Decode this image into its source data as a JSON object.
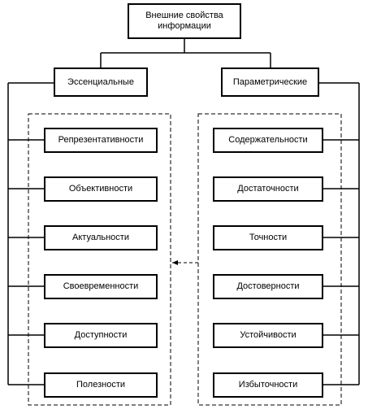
{
  "diagram": {
    "root": {
      "line1": "Внешние свойства",
      "line2": "информации"
    },
    "left": {
      "title": "Эссенциальные",
      "items": [
        "Репрезентативности",
        "Объективности",
        "Актуальности",
        "Своевременности",
        "Доступности",
        "Полезности"
      ]
    },
    "right": {
      "title": "Параметрические",
      "items": [
        "Содержательности",
        "Достаточности",
        "Точности",
        "Достоверности",
        "Устойчивости",
        "Избыточности"
      ]
    }
  }
}
